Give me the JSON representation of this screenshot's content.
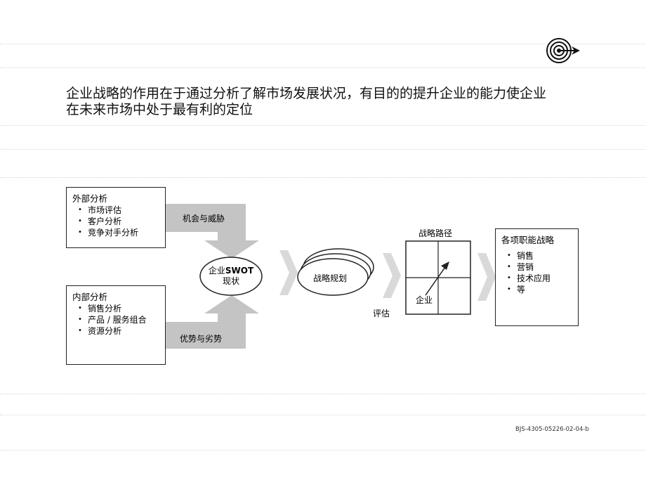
{
  "headline": {
    "line1": "企业战略的作用在于通过分析了解市场发展状况，有目的的提升企业的能力使企业",
    "line2": "在未来市场中处于最有利的定位"
  },
  "external_analysis": {
    "title": "外部分析",
    "items": [
      "市场评估",
      "客户分析",
      "竞争对手分析"
    ]
  },
  "internal_analysis": {
    "title": "内部分析",
    "items": [
      "销售分析",
      "产品 / 服务组合",
      "资源分析"
    ]
  },
  "arrows": {
    "opportunities_threats": "机会与威胁",
    "strengths_weaknesses": "优势与劣势"
  },
  "swot": {
    "prefix": "企业",
    "acronym": "SWOT",
    "line2": "现状"
  },
  "strategy_planning": "战略规划",
  "evaluate": "评估",
  "strategy_path": {
    "title": "战略路径",
    "corner_label": "企业"
  },
  "functional_strategies": {
    "title": "各项职能战略",
    "items": [
      "销售",
      "营销",
      "技术应用",
      "等"
    ]
  },
  "footer_code": "BJS-4305-05226-02-04-b",
  "colors": {
    "arrow_fill": "#c4c4c4",
    "chevron_fill": "#d9d9d9",
    "border": "#222222"
  },
  "icons": {
    "top_right": "target-bullseye-icon"
  }
}
